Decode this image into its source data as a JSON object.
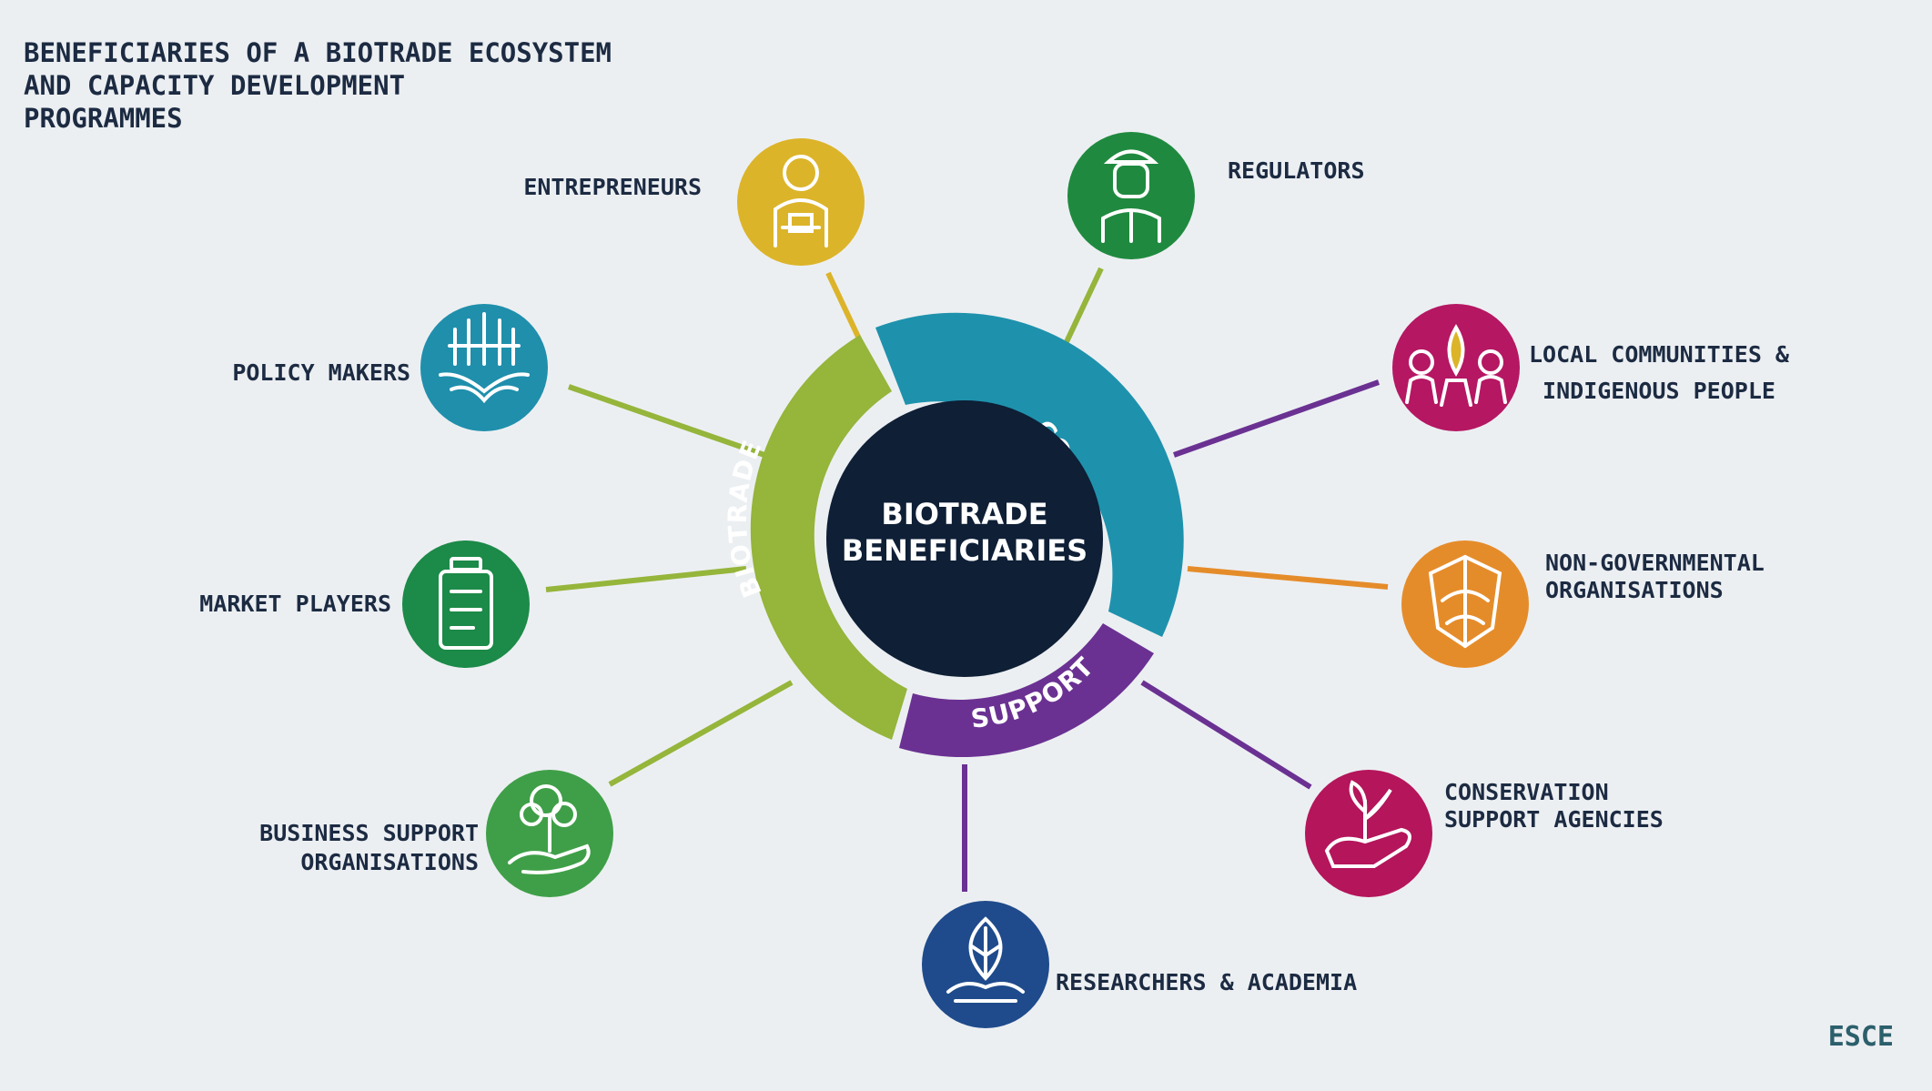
{
  "title": {
    "lines": [
      "BENEFICIARIES OF A BIOTRADE ECOSYSTEM",
      "AND CAPACITY DEVELOPMENT",
      "PROGRAMMES"
    ]
  },
  "hub": {
    "line1": "BIOTRADE",
    "line2": "BENEFICIARIES",
    "segments": [
      {
        "label": "BIOTRADE",
        "color": "#95b53b"
      },
      {
        "label": "ECOSYSTEM",
        "color": "#1e92ad"
      },
      {
        "label": "SUPPORT",
        "color": "#6a3192"
      }
    ],
    "core_color": "#0e1f36"
  },
  "beneficiaries": [
    {
      "key": "entrepreneurs",
      "label": "ENTREPRENEURS",
      "color": "#dcb42a",
      "icon": "entrepreneur-icon"
    },
    {
      "key": "regulators",
      "label": "REGULATORS",
      "color": "#1f8a3f",
      "icon": "regulator-icon"
    },
    {
      "key": "local-communities",
      "label": "LOCAL COMMUNITIES &\nINDIGENOUS PEOPLE",
      "color": "#b51763",
      "icon": "community-icon"
    },
    {
      "key": "ngos",
      "label": "NON-GOVERNMENTAL\nORGANISATIONS",
      "color": "#e58c2a",
      "icon": "ngo-icon"
    },
    {
      "key": "conservation",
      "label": "CONSERVATION\nSUPPORT AGENCIES",
      "color": "#b4155b",
      "icon": "conservation-icon"
    },
    {
      "key": "researchers",
      "label": "RESEARCHERS & ACADEMIA",
      "color": "#1f4b8c",
      "icon": "research-icon"
    },
    {
      "key": "business-support",
      "label": "BUSINESS SUPPORT\nORGANISATIONS",
      "color": "#3f9f48",
      "icon": "business-support-icon"
    },
    {
      "key": "market-players",
      "label": "MARKET PLAYERS",
      "color": "#1c8a48",
      "icon": "market-icon"
    },
    {
      "key": "policy-makers",
      "label": "POLICY MAKERS",
      "color": "#1f8fac",
      "icon": "policy-icon"
    }
  ],
  "brand": "ESCE"
}
